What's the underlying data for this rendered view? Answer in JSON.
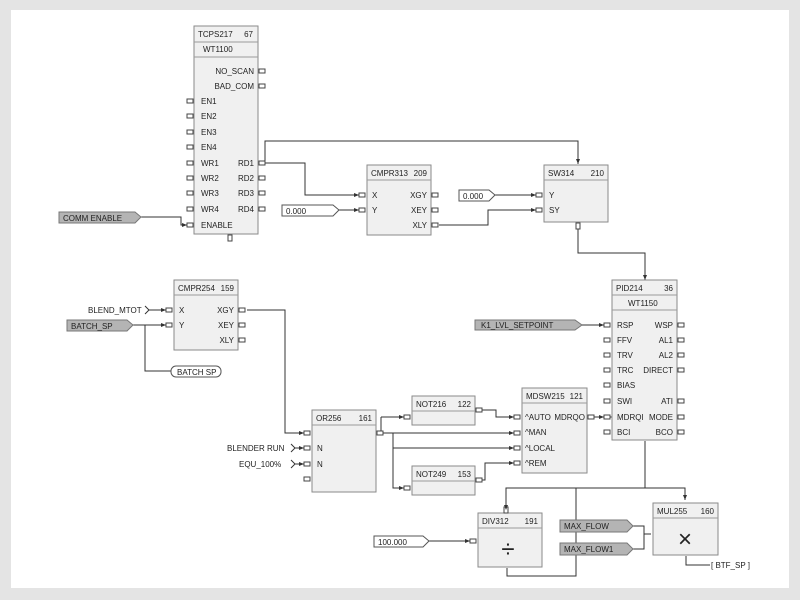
{
  "blocks": {
    "tcps": {
      "name": "TCPS217",
      "num": "67",
      "sub": "WT1100",
      "pins": {
        "no_scan": "NO_SCAN",
        "bad_com": "BAD_COM",
        "en1": "EN1",
        "en2": "EN2",
        "en3": "EN3",
        "en4": "EN4",
        "wr1": "WR1",
        "wr2": "WR2",
        "wr3": "WR3",
        "wr4": "WR4",
        "enable": "ENABLE",
        "rd1": "RD1",
        "rd2": "RD2",
        "rd3": "RD3",
        "rd4": "RD4"
      }
    },
    "cmpr313": {
      "name": "CMPR313",
      "num": "209",
      "pins": {
        "x": "X",
        "y": "Y",
        "xgy": "XGY",
        "xey": "XEY",
        "xly": "XLY"
      }
    },
    "sw314": {
      "name": "SW314",
      "num": "210",
      "pins": {
        "y": "Y",
        "sy": "SY"
      }
    },
    "cmpr254": {
      "name": "CMPR254",
      "num": "159",
      "pins": {
        "x": "X",
        "y": "Y",
        "xgy": "XGY",
        "xey": "XEY",
        "xly": "XLY"
      }
    },
    "pid214": {
      "name": "PID214",
      "num": "36",
      "sub": "WT1150",
      "pins": {
        "rsp": "RSP",
        "ffv": "FFV",
        "trv": "TRV",
        "trc": "TRC",
        "bias": "BIAS",
        "swi": "SWI",
        "mdrqi": "MDRQI",
        "bci": "BCI",
        "wsp": "WSP",
        "al1": "AL1",
        "al2": "AL2",
        "direct": "DIRECT",
        "ati": "ATI",
        "mode": "MODE",
        "bco": "BCO"
      }
    },
    "or256": {
      "name": "OR256",
      "num": "161",
      "pins": {
        "n1": "N",
        "n2": "N"
      }
    },
    "not216": {
      "name": "NOT216",
      "num": "122"
    },
    "not249": {
      "name": "NOT249",
      "num": "153"
    },
    "mdsw": {
      "name": "MDSW215",
      "num": "121",
      "pins": {
        "auto": "^AUTO",
        "mdrqo": "MDRQO",
        "man": "^MAN",
        "local": "^LOCAL",
        "rem": "^REM"
      }
    },
    "div312": {
      "name": "DIV312",
      "num": "191",
      "symbol": "÷"
    },
    "mul255": {
      "name": "MUL255",
      "num": "160",
      "symbol": "×"
    }
  },
  "tags": {
    "comm_enable": "COMM ENABLE",
    "const_cmpr": "0.000",
    "const_sw": "0.000",
    "blend_mtot": "BLEND_MTOT",
    "batch_sp": "BATCH_SP",
    "batch_sp_out": "BATCH SP",
    "k1_lvl": "K1_LVL_SETPOINT",
    "blender_run": "BLENDER RUN",
    "equ_100": "EQU_100%",
    "const_100": "100.000",
    "max_flow": "MAX_FLOW",
    "max_flow1": "MAX_FLOW1",
    "btf_sp": "[ BTF_SP ]"
  },
  "colors": {
    "block_fill": "#f0f0f0",
    "tag_gray": "#b4b4b4",
    "wire": "#333333"
  }
}
